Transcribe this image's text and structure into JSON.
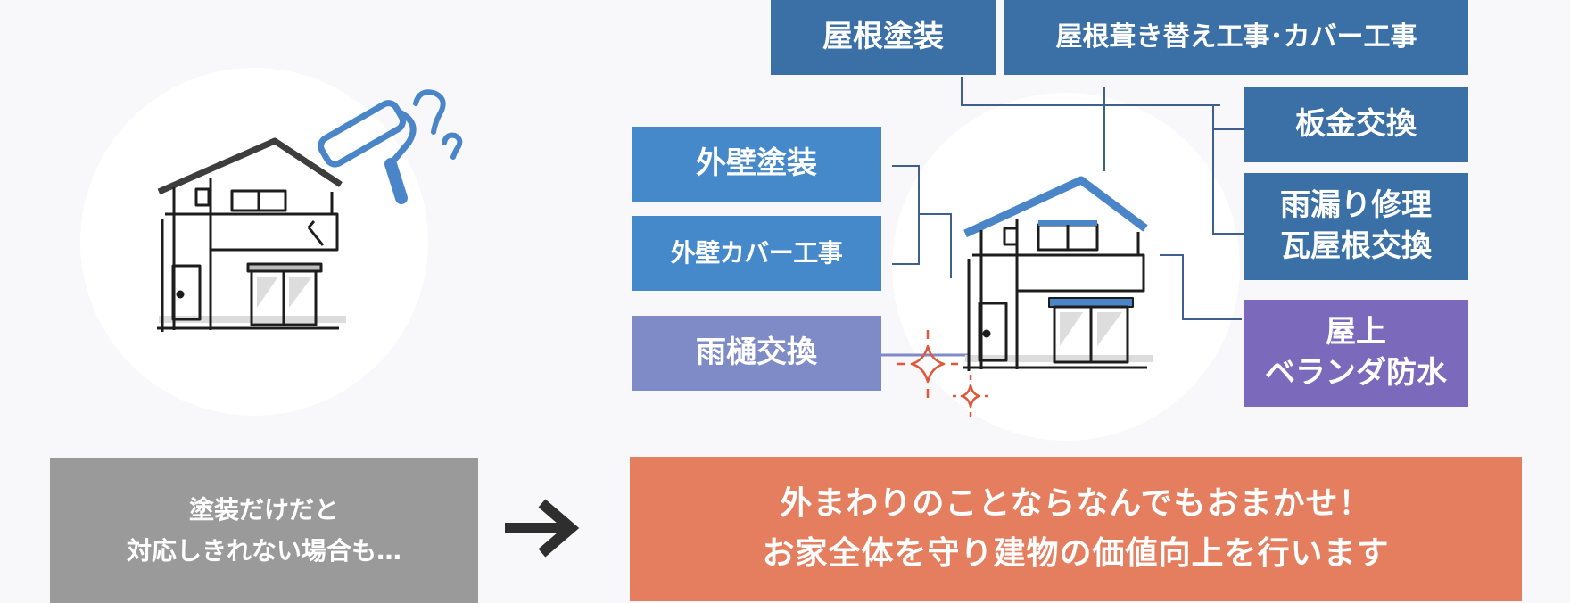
{
  "services": {
    "roof_painting": "屋根塗装",
    "roof_replacement": "屋根葺き替え工事･カバー工事",
    "sheet_metal": "板金交換",
    "leak_repair": "雨漏り修理\n瓦屋根交換",
    "rooftop_waterproofing": "屋上\nベランダ防水",
    "wall_painting": "外壁塗装",
    "wall_cover": "外壁カバー工事",
    "gutter": "雨樋交換"
  },
  "note": "塗装だけだと\n対応しきれない場合も…",
  "banner": "外まわりのことならなんでもおまかせ！\nお家全体を守り建物の価値向上を行います",
  "colors": {
    "dark_blue": "#3a70a6",
    "mid_blue": "#4589cb",
    "lavender": "#7f8bc6",
    "purple": "#7b6abc",
    "gray": "#9a9a9a",
    "orange": "#e47e5e",
    "accent_blue": "#4a86c7",
    "sparkle_red": "#e0573a"
  },
  "icons": [
    "house-before-icon",
    "paint-roller-icon",
    "question-mark-icon",
    "arrow-right-icon",
    "house-after-icon",
    "sparkle-icon"
  ]
}
